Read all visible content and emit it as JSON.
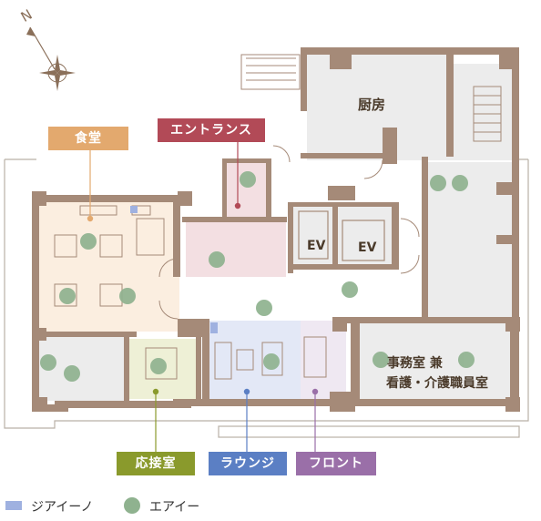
{
  "compass": {
    "north_label": "N"
  },
  "rooms": {
    "kitchen": "厨房",
    "ev1": "EV",
    "ev2": "EV",
    "office_line1": "事務室 兼",
    "office_line2": "看護・介護職員室"
  },
  "callouts": {
    "dining": {
      "label": "食堂",
      "color": "#e3a96e"
    },
    "entrance": {
      "label": "エントランス",
      "color": "#b24a57"
    },
    "reception": {
      "label": "応接室",
      "color": "#8a9a2c"
    },
    "lounge": {
      "label": "ラウンジ",
      "color": "#5b7fc4"
    },
    "front": {
      "label": "フロント",
      "color": "#9a6fa8"
    }
  },
  "legend": {
    "ionizer": {
      "label": "ジアイーノ",
      "color": "#9fb1e0"
    },
    "aircon": {
      "label": "エアイー",
      "color": "#8fb28f"
    }
  }
}
